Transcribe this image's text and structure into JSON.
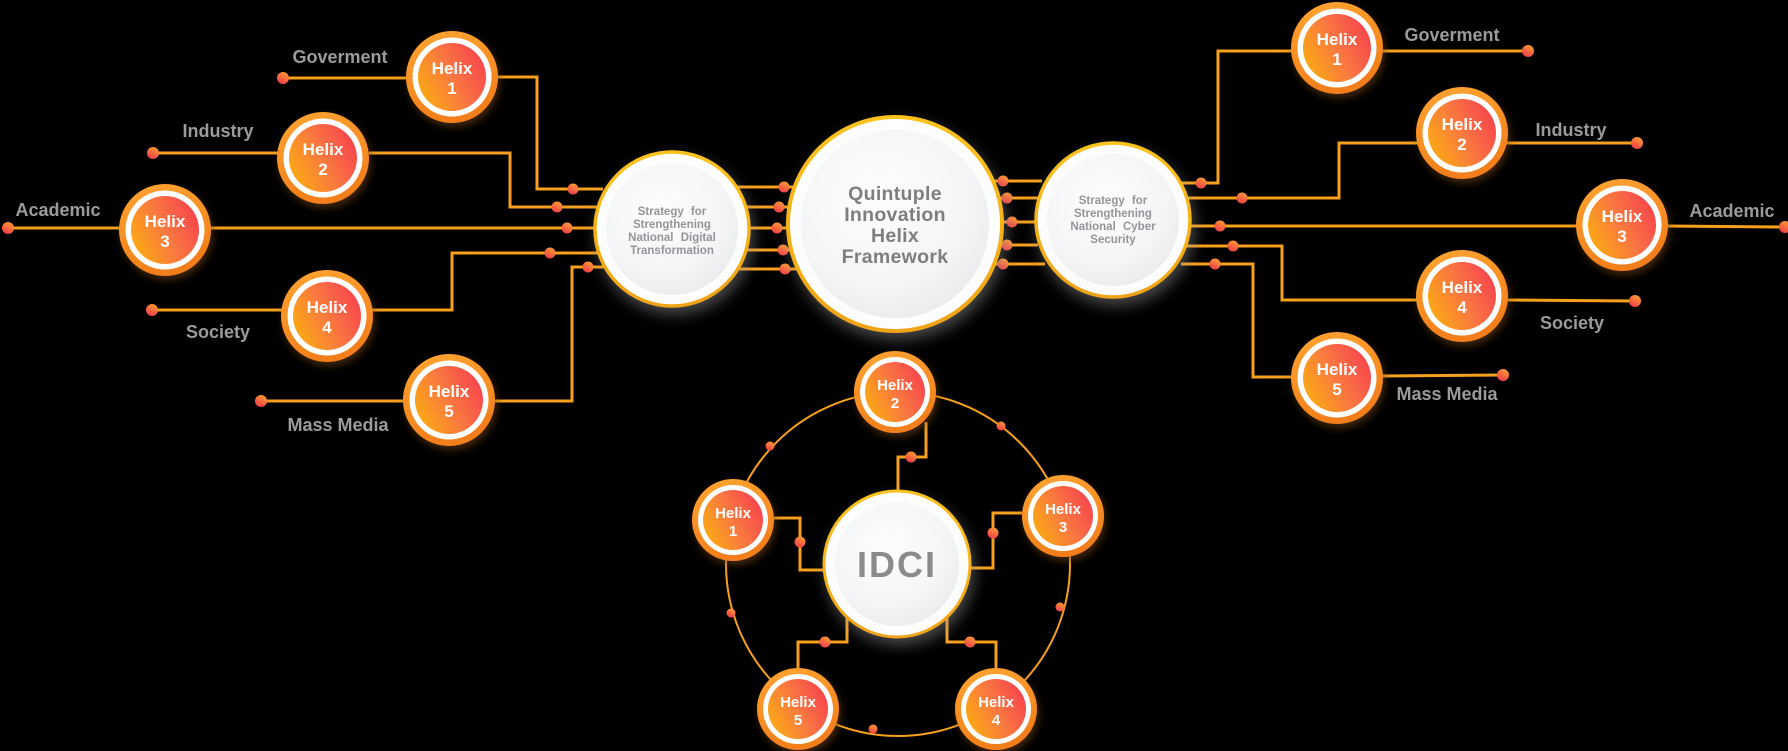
{
  "left_cluster": {
    "hub": {
      "line1": "Strategy for",
      "line2": "Strengthening",
      "line3": "National Digital",
      "line4": "Transformation"
    },
    "nodes": [
      {
        "word": "Helix",
        "num": "1",
        "category": "Goverment"
      },
      {
        "word": "Helix",
        "num": "2",
        "category": "Industry"
      },
      {
        "word": "Helix",
        "num": "3",
        "category": "Academic"
      },
      {
        "word": "Helix",
        "num": "4",
        "category": "Society"
      },
      {
        "word": "Helix",
        "num": "5",
        "category": "Mass Media"
      }
    ]
  },
  "center_hub": {
    "line1": "Quintuple",
    "line2": "Innovation",
    "line3": "Helix",
    "line4": "Framework"
  },
  "right_cluster": {
    "hub": {
      "line1": "Strategy for",
      "line2": "Strengthening",
      "line3": "National Cyber",
      "line4": "Security"
    },
    "nodes": [
      {
        "word": "Helix",
        "num": "1",
        "category": "Goverment"
      },
      {
        "word": "Helix",
        "num": "2",
        "category": "Industry"
      },
      {
        "word": "Helix",
        "num": "3",
        "category": "Academic"
      },
      {
        "word": "Helix",
        "num": "4",
        "category": "Society"
      },
      {
        "word": "Helix",
        "num": "5",
        "category": "Mass Media"
      }
    ]
  },
  "bottom_cluster": {
    "hub_label": "IDCI",
    "nodes": [
      {
        "word": "Helix",
        "num": "1"
      },
      {
        "word": "Helix",
        "num": "2"
      },
      {
        "word": "Helix",
        "num": "3"
      },
      {
        "word": "Helix",
        "num": "4"
      },
      {
        "word": "Helix",
        "num": "5"
      }
    ]
  },
  "colors": {
    "background": "#000000",
    "line_orange": "#F6A01E",
    "gold_ring": "#F3B01A",
    "helix_gradient_start": "#FBAC12",
    "helix_gradient_end": "#F8424E",
    "helix_outer_ring": "#F78D20",
    "dot_orange": "#FF9E33",
    "dot_red": "#F0394B",
    "hub_text_gray": "#94959A",
    "center_text_gray": "#7D7E80",
    "label_gray": "#9B9B9B"
  }
}
